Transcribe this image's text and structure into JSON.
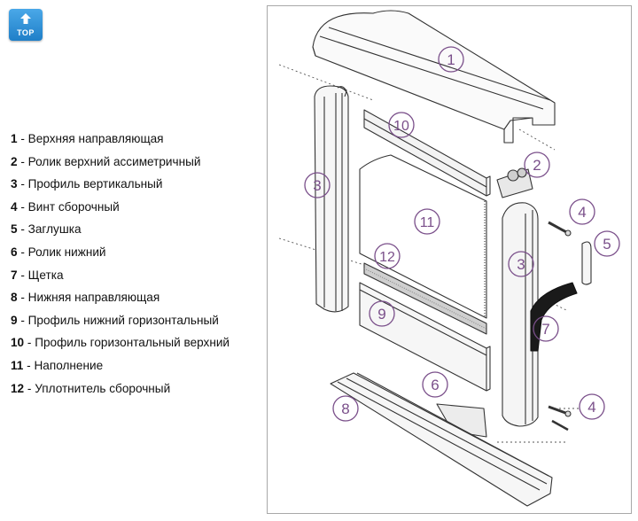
{
  "top_button": {
    "label": "TOP"
  },
  "legend": [
    {
      "num": "1",
      "sep": " - ",
      "text": "Верхняя направляющая"
    },
    {
      "num": "2",
      "sep": " - ",
      "text": "Ролик верхний ассиметричный"
    },
    {
      "num": "3",
      "sep": " - ",
      "text": "Профиль вертикальный"
    },
    {
      "num": "4",
      "sep": " - ",
      "text": "Винт сборочный"
    },
    {
      "num": "5",
      "sep": " - ",
      "text": "Заглушка"
    },
    {
      "num": "6",
      "sep": " - ",
      "text": "Ролик нижний"
    },
    {
      "num": "7",
      "sep": " - ",
      "text": "Щетка"
    },
    {
      "num": "8",
      "sep": " - ",
      "text": "Нижняя направляющая"
    },
    {
      "num": "9",
      "sep": " - ",
      "text": "Профиль нижний горизонтальный"
    },
    {
      "num": "10",
      "sep": " - ",
      "text": "Профиль горизонтальный верхний"
    },
    {
      "num": "11",
      "sep": " - ",
      "text": "Наполнение"
    },
    {
      "num": "12",
      "sep": " - ",
      "text": "Уплотнитель сборочный"
    }
  ],
  "callouts": {
    "c1": "1",
    "c2": "2",
    "c3a": "3",
    "c3b": "3",
    "c4a": "4",
    "c4b": "4",
    "c5": "5",
    "c6": "6",
    "c7": "7",
    "c8": "8",
    "c9": "9",
    "c10": "10",
    "c11": "11",
    "c12": "12"
  },
  "colors": {
    "callout_stroke": "#7a4f8a",
    "callout_text": "#7a4f8a",
    "line": "#333333",
    "accent": "#1f7fc8"
  }
}
